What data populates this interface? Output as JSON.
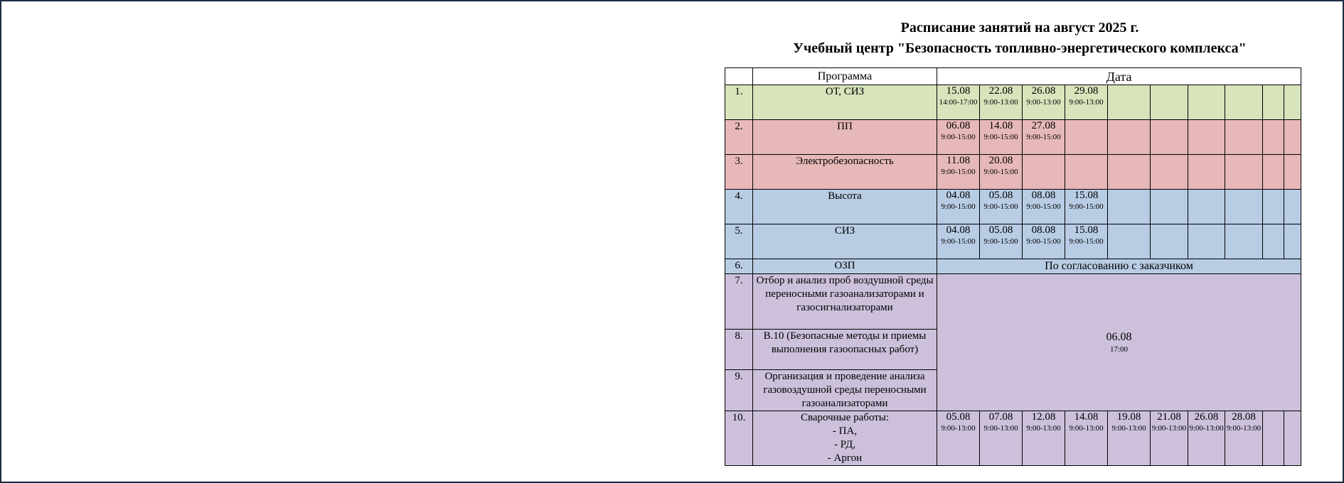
{
  "title_line1": "Расписание занятий на август 2025 г.",
  "title_line2": "Учебный центр \"Безопасность топливно-энергетического комплекса\"",
  "headers": {
    "num": "",
    "program": "Программа",
    "date": "Дата"
  },
  "rows": [
    {
      "num": "1.",
      "program": "ОТ, СИЗ",
      "dates": [
        {
          "d": "15.08",
          "t": "14:00-17:00"
        },
        {
          "d": "22.08",
          "t": "9:00-13:00"
        },
        {
          "d": "26.08",
          "t": "9:00-13:00"
        },
        {
          "d": "29.08",
          "t": "9:00-13:00"
        }
      ]
    },
    {
      "num": "2.",
      "program": "ПП",
      "dates": [
        {
          "d": "06.08",
          "t": "9:00-15:00"
        },
        {
          "d": "14.08",
          "t": "9:00-15:00"
        },
        {
          "d": "27.08",
          "t": "9:00-15:00"
        }
      ]
    },
    {
      "num": "3.",
      "program": "Электробезопасность",
      "dates": [
        {
          "d": "11.08",
          "t": "9:00-15:00"
        },
        {
          "d": "20.08",
          "t": "9:00-15:00"
        }
      ]
    },
    {
      "num": "4.",
      "program": "Высота",
      "dates": [
        {
          "d": "04.08",
          "t": "9:00-15:00"
        },
        {
          "d": "05.08",
          "t": "9:00-15:00"
        },
        {
          "d": "08.08",
          "t": "9:00-15:00"
        },
        {
          "d": "15.08",
          "t": "9:00-15:00"
        }
      ]
    },
    {
      "num": "5.",
      "program": "СИЗ",
      "dates": [
        {
          "d": "04.08",
          "t": "9:00-15:00"
        },
        {
          "d": "05.08",
          "t": "9:00-15:00"
        },
        {
          "d": "08.08",
          "t": "9:00-15:00"
        },
        {
          "d": "15.08",
          "t": "9:00-15:00"
        }
      ]
    },
    {
      "num": "6.",
      "program": "ОЗП",
      "note": "По согласованию с заказчиком"
    },
    {
      "num": "7.",
      "program": "Отбор и анализ проб воздушной среды переносными газоанализаторами и газосигнализаторами"
    },
    {
      "num": "8.",
      "program": "В.10 (Безопасные методы и приемы выполнения газоопасных работ)"
    },
    {
      "num": "9.",
      "program": "Организация и проведение анализа газовоздушной среды переносными газоанализаторами"
    },
    {
      "num": "10.",
      "program": "Сварочные работы:\n- ПА,\n- РД,\n- Аргон",
      "dates": [
        {
          "d": "05.08",
          "t": "9:00-13:00"
        },
        {
          "d": "07.08",
          "t": "9:00-13:00"
        },
        {
          "d": "12.08",
          "t": "9:00-13:00"
        },
        {
          "d": "14.08",
          "t": "9:00-13:00"
        },
        {
          "d": "19.08",
          "t": "9:00-13:00"
        },
        {
          "d": "21.08",
          "t": "9:00-13:00"
        },
        {
          "d": "26.08",
          "t": "9:00-13:00"
        },
        {
          "d": "28.08",
          "t": "9:00-13:00"
        }
      ]
    }
  ],
  "merged_7_9": {
    "d": "06.08",
    "t": "17:00"
  },
  "colors": {
    "green": "#d7e4bc",
    "red": "#e6b8b7",
    "blue": "#b8cce4",
    "purple": "#ccc0da",
    "frame": "#1f2d46"
  }
}
